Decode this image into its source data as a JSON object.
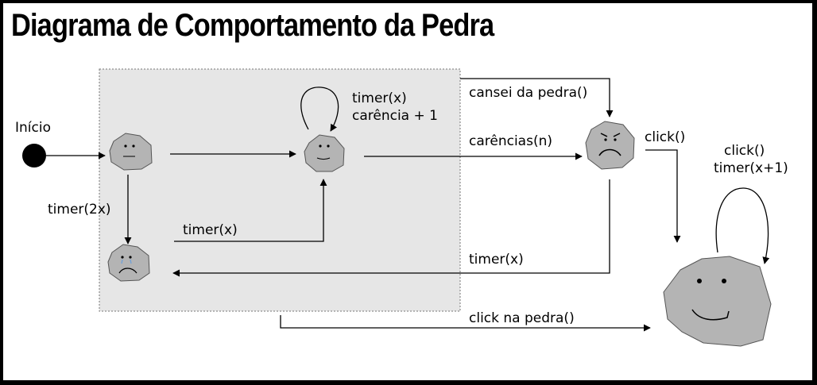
{
  "title": "Diagrama de Comportamento da Pedra",
  "colors": {
    "frame": "#000000",
    "background": "#ffffff",
    "region_fill": "#e5e5e5",
    "stone_fill": "#b4b4b4",
    "stone_stroke": "#4a4a4a",
    "tear": "#6fa0d8"
  },
  "nodes": {
    "start": "Início",
    "states": [
      "stone-neutral",
      "stone-neutral-loop",
      "stone-sad",
      "stone-angry",
      "stone-happy"
    ]
  },
  "labels": {
    "start_transition": "Início",
    "timer_2x": "timer(2x)",
    "timer_x_up": "timer(x)",
    "self_loop_line1": "timer(x)",
    "self_loop_line2": "carência + 1",
    "cansei": "cansei da pedra()",
    "carencias": "carências(n)",
    "timer_x_back": "timer(x)",
    "click": "click()",
    "happy_loop_line1": "click()",
    "happy_loop_line2": "timer(x+1)",
    "click_na_pedra": "click na pedra()"
  }
}
